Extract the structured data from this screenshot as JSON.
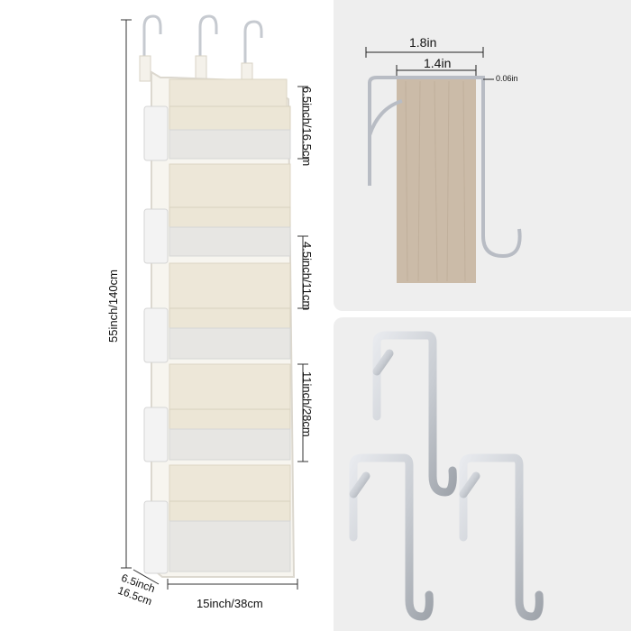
{
  "organizer": {
    "height_label": "55inch/140cm",
    "width_label": "15inch/38cm",
    "depth_label_line1": "6.5inch",
    "depth_label_line2": "16.5cm",
    "top_pocket_label": "6.5inch/16.5cm",
    "small_pocket_label": "4.5inch/11cm",
    "large_pocket_label": "11inch/28cm",
    "pocket_color": "#ede7d8",
    "frame_color": "#ffffff"
  },
  "hook_detail": {
    "outer_width_label": "1.8in",
    "inner_width_label": "1.4in",
    "thickness_label": "0.06in",
    "door_color": "#cbbba8",
    "hook_color": "#b8bcc4"
  },
  "hooks_set": {
    "count": 3,
    "hook_color": "#c9cdd3"
  }
}
